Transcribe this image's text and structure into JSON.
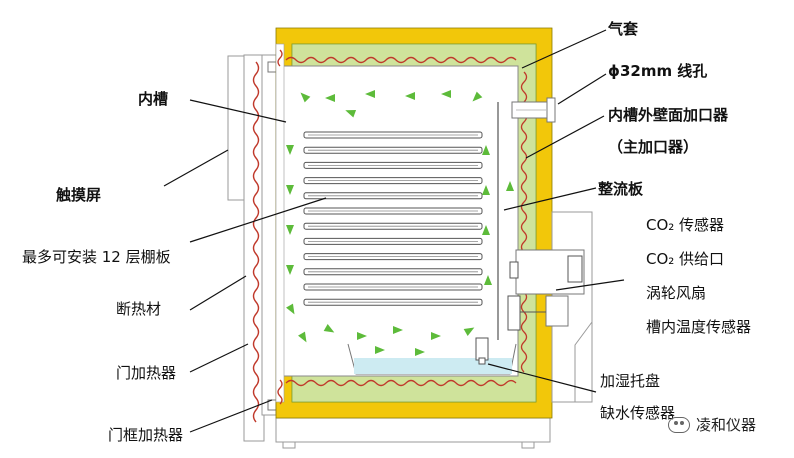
{
  "labels": {
    "gas_jacket": "气套",
    "wire_hole": "ϕ32mm 线孔",
    "inner_tank": "内槽",
    "outer_wall_heater": "内槽外壁面加口器",
    "main_heater": "（主加口器）",
    "touchscreen": "触摸屏",
    "rectifier_plate": "整流板",
    "co2_sensor": "CO₂ 传感器",
    "shelves": "最多可安装 12 层棚板",
    "co2_inlet": "CO₂ 供给口",
    "turbo_fan": "涡轮风扇",
    "temp_sensor": "槽内温度传感器",
    "insulation": "断热材",
    "door_heater": "门加热器",
    "humidify_tray": "加湿托盘",
    "water_sensor": "缺水传感器",
    "frame_heater": "门框加热器"
  },
  "watermark": "凌和仪器",
  "colors": {
    "jacket_yellow": "#F2C70A",
    "jacket_green": "#CFE39B",
    "heater_red": "#C0392B",
    "arrow_green": "#5DBB3A",
    "water_blue": "#CDEBF2",
    "frame_gray": "#9a9a9a"
  }
}
